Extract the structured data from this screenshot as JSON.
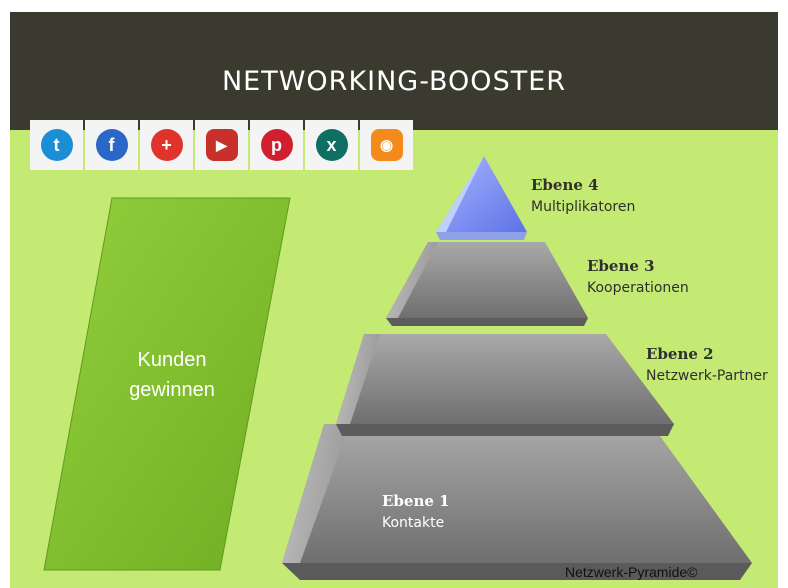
{
  "header": {
    "title": "NETWORKING-BOOSTER",
    "background": "#3b3a2f"
  },
  "colors": {
    "panel": "#c5ea74",
    "parallelogram": "#8cc63f",
    "pyramid": "#8a8a8a",
    "apex": "#7d8ff0"
  },
  "social": [
    {
      "name": "twitter-icon",
      "color": "#1a8fd6",
      "glyph": "t"
    },
    {
      "name": "facebook-icon",
      "color": "#2b67c9",
      "glyph": "f"
    },
    {
      "name": "googleplus-icon",
      "color": "#e0332b",
      "glyph": "+"
    },
    {
      "name": "youtube-icon",
      "color": "#c9302c",
      "glyph": "▶"
    },
    {
      "name": "pinterest-icon",
      "color": "#d11f2f",
      "glyph": "p"
    },
    {
      "name": "xing-icon",
      "color": "#0f6f63",
      "glyph": "x"
    },
    {
      "name": "rss-icon",
      "color": "#f28a1c",
      "glyph": "◉"
    }
  ],
  "cta": {
    "line1": "Kunden",
    "line2": "gewinnen"
  },
  "levels": [
    {
      "title": "Ebene 4",
      "subtitle": "Multiplikatoren"
    },
    {
      "title": "Ebene 3",
      "subtitle": "Kooperationen"
    },
    {
      "title": "Ebene 2",
      "subtitle": "Netzwerk-Partner"
    },
    {
      "title": "Ebene 1",
      "subtitle": "Kontakte"
    }
  ],
  "caption": "Netzwerk-Pyramide©"
}
